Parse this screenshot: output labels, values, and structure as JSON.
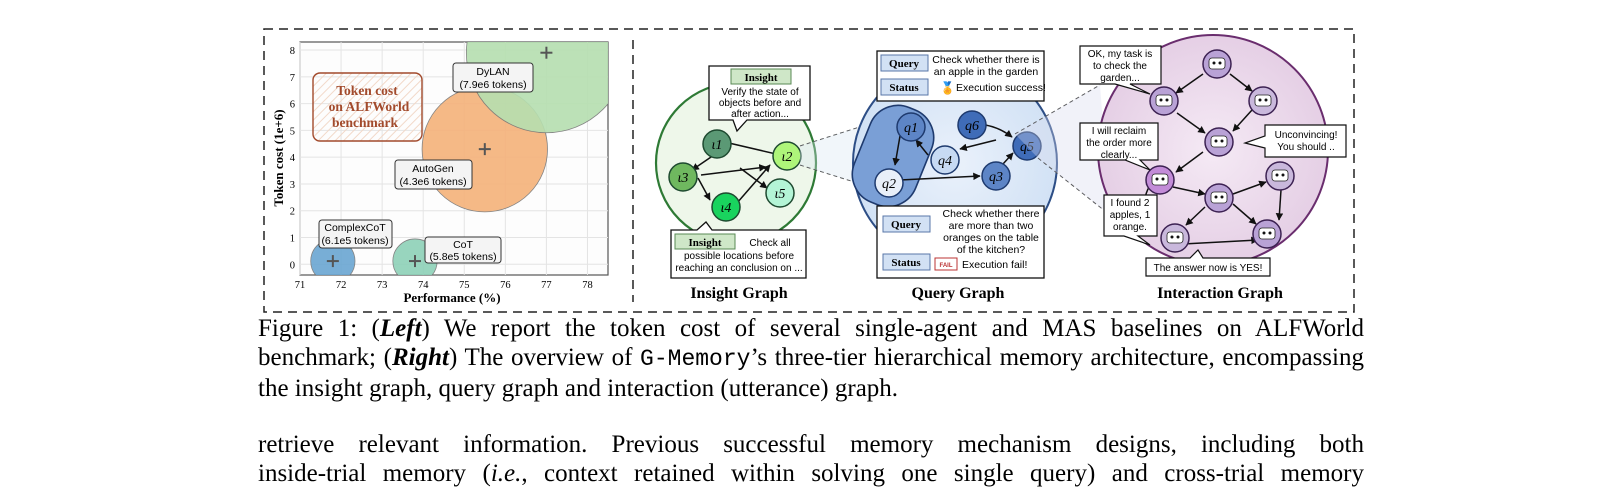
{
  "chart_data": {
    "type": "scatter",
    "xlabel": "Performance (%)",
    "ylabel": "Token cost (1e+6)",
    "xlim": [
      71,
      78.5
    ],
    "ylim": [
      -0.4,
      8.3
    ],
    "x_ticks": [
      "71",
      "72",
      "73",
      "74",
      "75",
      "76",
      "77",
      "78"
    ],
    "y_ticks": [
      "0",
      "1",
      "2",
      "3",
      "4",
      "5",
      "6",
      "7",
      "8"
    ],
    "grid": true,
    "annotation": [
      "Token cost",
      "on ALFWorld",
      "benchmark"
    ],
    "points": [
      {
        "name": "ComplexCoT",
        "x": 71.8,
        "y": 0.12,
        "label": "(6.1e5 tokens)",
        "color": "#6aa6d2"
      },
      {
        "name": "CoT",
        "x": 73.8,
        "y": 0.12,
        "label": "(5.8e5 tokens)",
        "color": "#8ed1b8"
      },
      {
        "name": "AutoGen",
        "x": 75.5,
        "y": 4.3,
        "label": "(4.3e6 tokens)",
        "color": "#f5b27a"
      },
      {
        "name": "DyLAN",
        "x": 77.0,
        "y": 7.9,
        "label": "(7.9e6 tokens)",
        "color": "#b6dfb0"
      }
    ]
  },
  "insight_graph": {
    "title": "Insight Graph",
    "tag": "Insight",
    "bubble_top": [
      "Verify the state of",
      "objects before and",
      "after action..."
    ],
    "bubble_bottom": [
      "Check all",
      "possible locations before",
      "reaching an conclusion on ..."
    ],
    "nodes": [
      "ι1",
      "ι2",
      "ι3",
      "ι4",
      "ι5"
    ]
  },
  "query_graph": {
    "title": "Query Graph",
    "query_label": "Query",
    "status_label": "Status",
    "query_top": [
      "Check whether there is",
      "an apple in the garden"
    ],
    "status_top": "Execution success!",
    "query_bottom": [
      "Check whether there",
      "are more than two",
      "oranges on the table",
      "of the kitchen?"
    ],
    "status_bottom": "Execution fail!",
    "fail_badge": "FAIL",
    "nodes": [
      "q1",
      "q2",
      "q3",
      "q4",
      "q5",
      "q6"
    ]
  },
  "interaction_graph": {
    "title": "Interaction Graph",
    "bubble_1": [
      "OK, my task is",
      "to check the",
      "garden..."
    ],
    "bubble_2": [
      "I will reclaim",
      "the order more",
      "clearly..."
    ],
    "bubble_3": [
      "Unconvincing!",
      "You should .."
    ],
    "bubble_4": [
      "I found 2",
      "apples, 1",
      "orange."
    ],
    "bubble_5": "The answer now is YES!"
  },
  "caption": {
    "label": "Figure 1: (",
    "left": "Left",
    "part1": ") We report the token cost of several single-agent and MAS baselines on ALFWorld benchmark; (",
    "right": "Right",
    "part2": ") The overview of ",
    "system": "G-Memory",
    "part3": "’s three-tier hierarchical memory architecture, encompassing the insight graph, query graph and interaction (utterance) graph."
  },
  "body": {
    "line1": "retrieve relevant information. Previous successful memory mechanism designs, including both",
    "line2a": "inside-trial memory (",
    "line2_ie": "i.e.",
    "line2b": ", context retained within solving one single query) and cross-trial memory"
  }
}
